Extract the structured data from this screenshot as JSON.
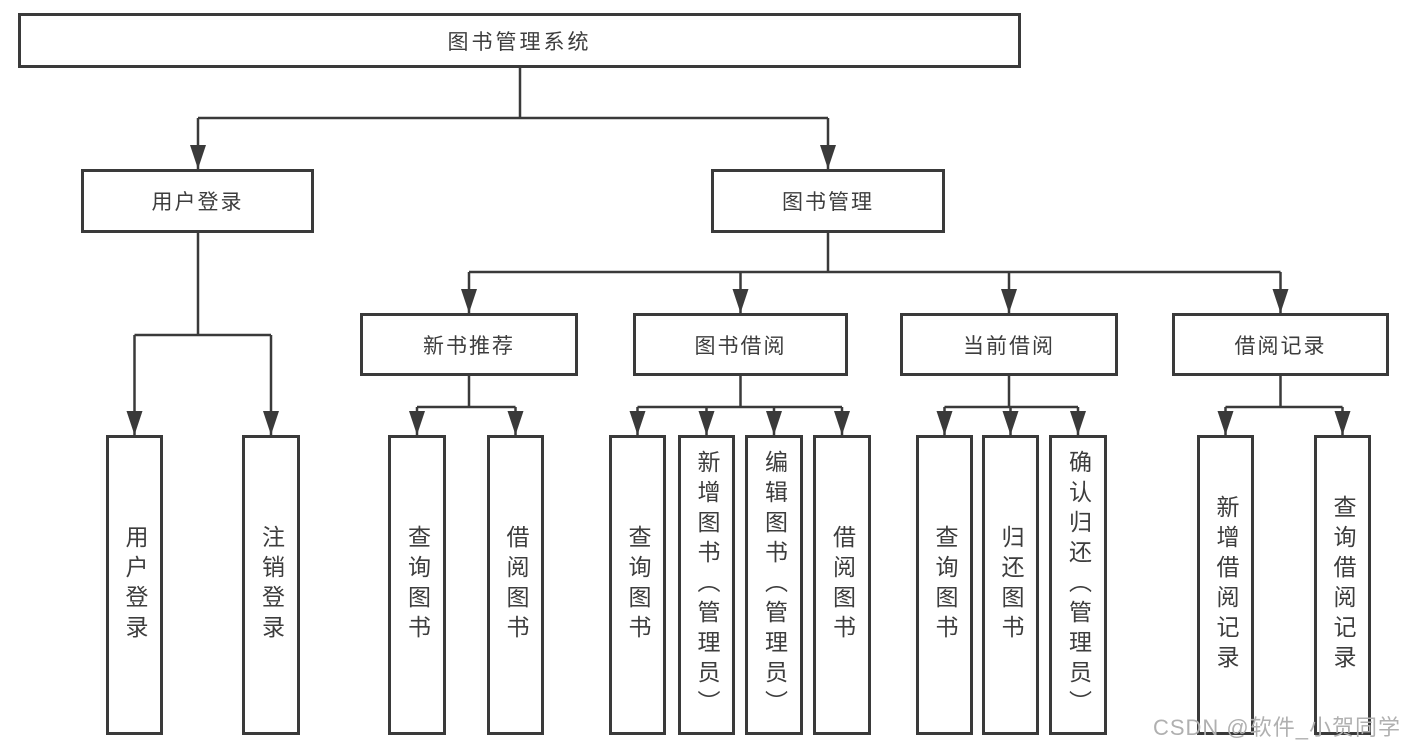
{
  "diagram": {
    "root": {
      "label": "图书管理系统"
    },
    "level2": [
      {
        "id": "user-login",
        "label": "用户登录"
      },
      {
        "id": "book-management",
        "label": "图书管理"
      }
    ],
    "level3": [
      {
        "id": "new-book-recommend",
        "label": "新书推荐"
      },
      {
        "id": "book-borrowing",
        "label": "图书借阅"
      },
      {
        "id": "current-borrowing",
        "label": "当前借阅"
      },
      {
        "id": "borrowing-records",
        "label": "借阅记录"
      }
    ],
    "leaves": [
      {
        "id": "user-login",
        "label": "用户登录"
      },
      {
        "id": "logout",
        "label": "注销登录"
      },
      {
        "id": "query-books-1",
        "label": "查询图书"
      },
      {
        "id": "borrow-books-1",
        "label": "借阅图书"
      },
      {
        "id": "query-books-2",
        "label": "查询图书"
      },
      {
        "id": "add-book-admin",
        "label": "新增图书（管理员）"
      },
      {
        "id": "edit-book-admin",
        "label": "编辑图书（管理员）"
      },
      {
        "id": "borrow-books-2",
        "label": "借阅图书"
      },
      {
        "id": "query-books-3",
        "label": "查询图书"
      },
      {
        "id": "return-book",
        "label": "归还图书"
      },
      {
        "id": "confirm-return-admin",
        "label": "确认归还（管理员）"
      },
      {
        "id": "add-borrow-record",
        "label": "新增借阅记录"
      },
      {
        "id": "query-borrow-record",
        "label": "查询借阅记录"
      }
    ],
    "watermark": {
      "text": "CSDN @软件_小贺同学"
    },
    "colors": {
      "line": "#3a3a3a",
      "text": "#3d3d3d",
      "watermark": "#b0b0b0",
      "background": "#ffffff"
    }
  }
}
